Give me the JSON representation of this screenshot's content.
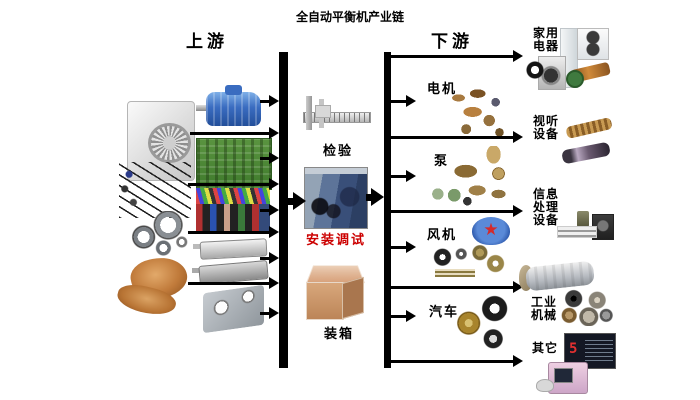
{
  "title": "全自动平衡机产业链",
  "upstream": {
    "header": "上游",
    "products": [
      "electric-motor",
      "gearbox",
      "circuit-board",
      "sensor-probes",
      "cables",
      "bearings",
      "pneumatic-cylinders",
      "copper-castings",
      "sheet-metal-bracket"
    ]
  },
  "process": {
    "steps": [
      {
        "label": "检验",
        "image": "vernier-caliper",
        "color": "#000000"
      },
      {
        "label": "安装调试",
        "image": "assembly-workshop-photo",
        "color": "#cc0000"
      },
      {
        "label": "装箱",
        "image": "wooden-crate",
        "color": "#000000"
      }
    ]
  },
  "downstream": {
    "header": "下游",
    "categories": [
      {
        "label": "电机",
        "image": "motor-rotor-parts"
      },
      {
        "label": "泵",
        "image": "pump-impeller-parts"
      },
      {
        "label": "风机",
        "image": "fan-impeller-parts"
      },
      {
        "label": "汽车",
        "image": "car-wheel-parts"
      }
    ],
    "applications": [
      {
        "label": "家用电器",
        "image": "home-appliances"
      },
      {
        "label": "视听设备",
        "image": "audio-video-equipment"
      },
      {
        "label": "信息处理设备",
        "image": "information-processing-equipment"
      },
      {
        "label": "工业机械",
        "image": "industrial-machinery"
      },
      {
        "label": "其它",
        "image": "panel-and-tester",
        "display_digit": "5"
      }
    ]
  },
  "icons": {
    "fan_star": "★"
  },
  "colors": {
    "arrow": "#000000",
    "text": "#000000",
    "accent_red": "#cc0000",
    "background": "#ffffff"
  }
}
